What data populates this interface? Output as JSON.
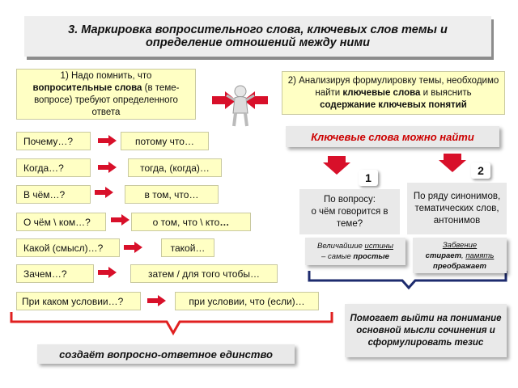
{
  "title": {
    "line1": "3. Маркировка  вопросительного слова,  ключевых слов темы и",
    "line2": "определение отношений между ними"
  },
  "note1": {
    "t1": "1) Надо помнить, что ",
    "t2": "вопросительные слова",
    "t3": " (в теме-вопросе) требуют определенного ответа"
  },
  "note2": {
    "t1": "2) Анализируя формулировку темы, необходимо найти ",
    "t2": "ключевые слова",
    "t3": " и выяснить ",
    "t4": "содержание ключевых понятий"
  },
  "keywords_header": "Ключевые слова можно найти",
  "pairs": [
    {
      "q": "Почему…?",
      "a": "потому что…"
    },
    {
      "q": "Когда…?",
      "a": "тогда, (когда)…"
    },
    {
      "q": "В чём…?",
      "a": "в том, что…"
    },
    {
      "q": "О чём \\ ком…?",
      "a1": "о том, что \\ кто",
      "a2": "…"
    },
    {
      "q": "Какой (смысл)…?",
      "a": "такой…"
    },
    {
      "q": "Зачем…?",
      "a": "затем / для того чтобы…"
    },
    {
      "q": "При каком условии…?",
      "a": "при условии, что (если)…"
    }
  ],
  "badges": {
    "one": "1",
    "two": "2"
  },
  "source1": "По вопросу:\nо чём говорится в теме?",
  "source2": "По ряду синонимов, тематических слов, антонимов",
  "quote1": {
    "t1": "Величайшие ",
    "t2": "истины",
    "t3": "\n– самые ",
    "t4": "простые"
  },
  "quote2": {
    "t1": "Забвение",
    "t2": "\nстирает",
    "t3": ", ",
    "t4": "память",
    "t5": "\nпреображает"
  },
  "conclusion_right": "Помогает выйти на понимание основной мысли сочинения и сформулировать тезис",
  "conclusion_left": "создаёт вопросно-ответное единство",
  "colors": {
    "arrow_red": "#d8102a",
    "box_yellow": "#ffffc4",
    "bracket_red": "#e02020",
    "bracket_navy": "#1d2b6e"
  }
}
